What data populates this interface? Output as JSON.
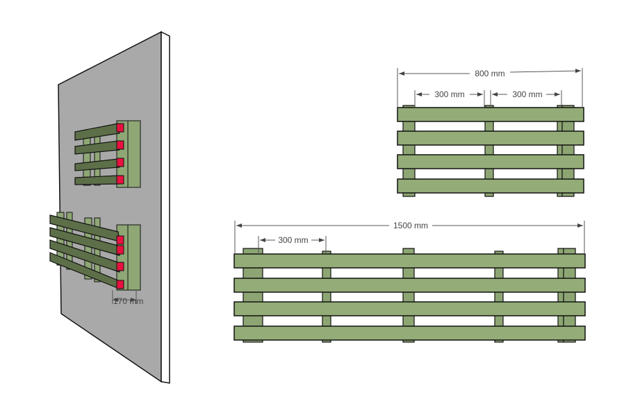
{
  "colors": {
    "board": "#93ac78",
    "wall": "#a9a9a9",
    "end_cap": "#e8123f",
    "dark_board": "#5d6f48"
  },
  "dimensions": {
    "small_total": "800 mm",
    "small_span_left": "300  mm",
    "small_span_right": "300 mm",
    "large_total": "1500 mm",
    "large_span": "300 mm",
    "wall_offset": "170 mm"
  }
}
